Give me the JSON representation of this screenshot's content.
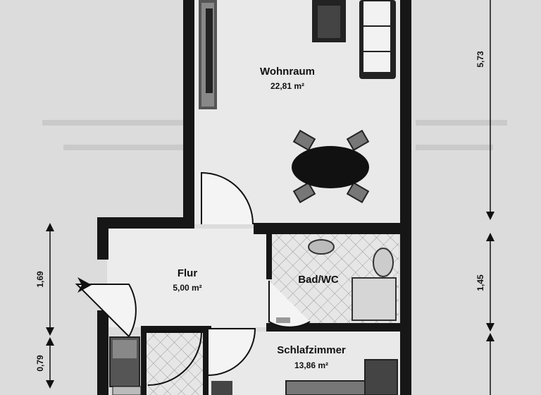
{
  "rooms": {
    "wohnraum": {
      "name": "Wohnraum",
      "area": "22,81 m²"
    },
    "flur": {
      "name": "Flur",
      "area": "5,00 m²"
    },
    "bad": {
      "name": "Bad/WC"
    },
    "schlafzimmer": {
      "name": "Schlafzimmer",
      "area": "13,86 m²"
    }
  },
  "dimensions": {
    "right_upper": "5,73",
    "right_middle": "1,45",
    "left_upper": "1,69",
    "left_lower": "0,79"
  },
  "colors": {
    "paper": "#dcdcdc",
    "wall": "#161616",
    "floor_light": "#eeeeee",
    "tile_line": "#9a9a9a",
    "ink": "#111111"
  }
}
